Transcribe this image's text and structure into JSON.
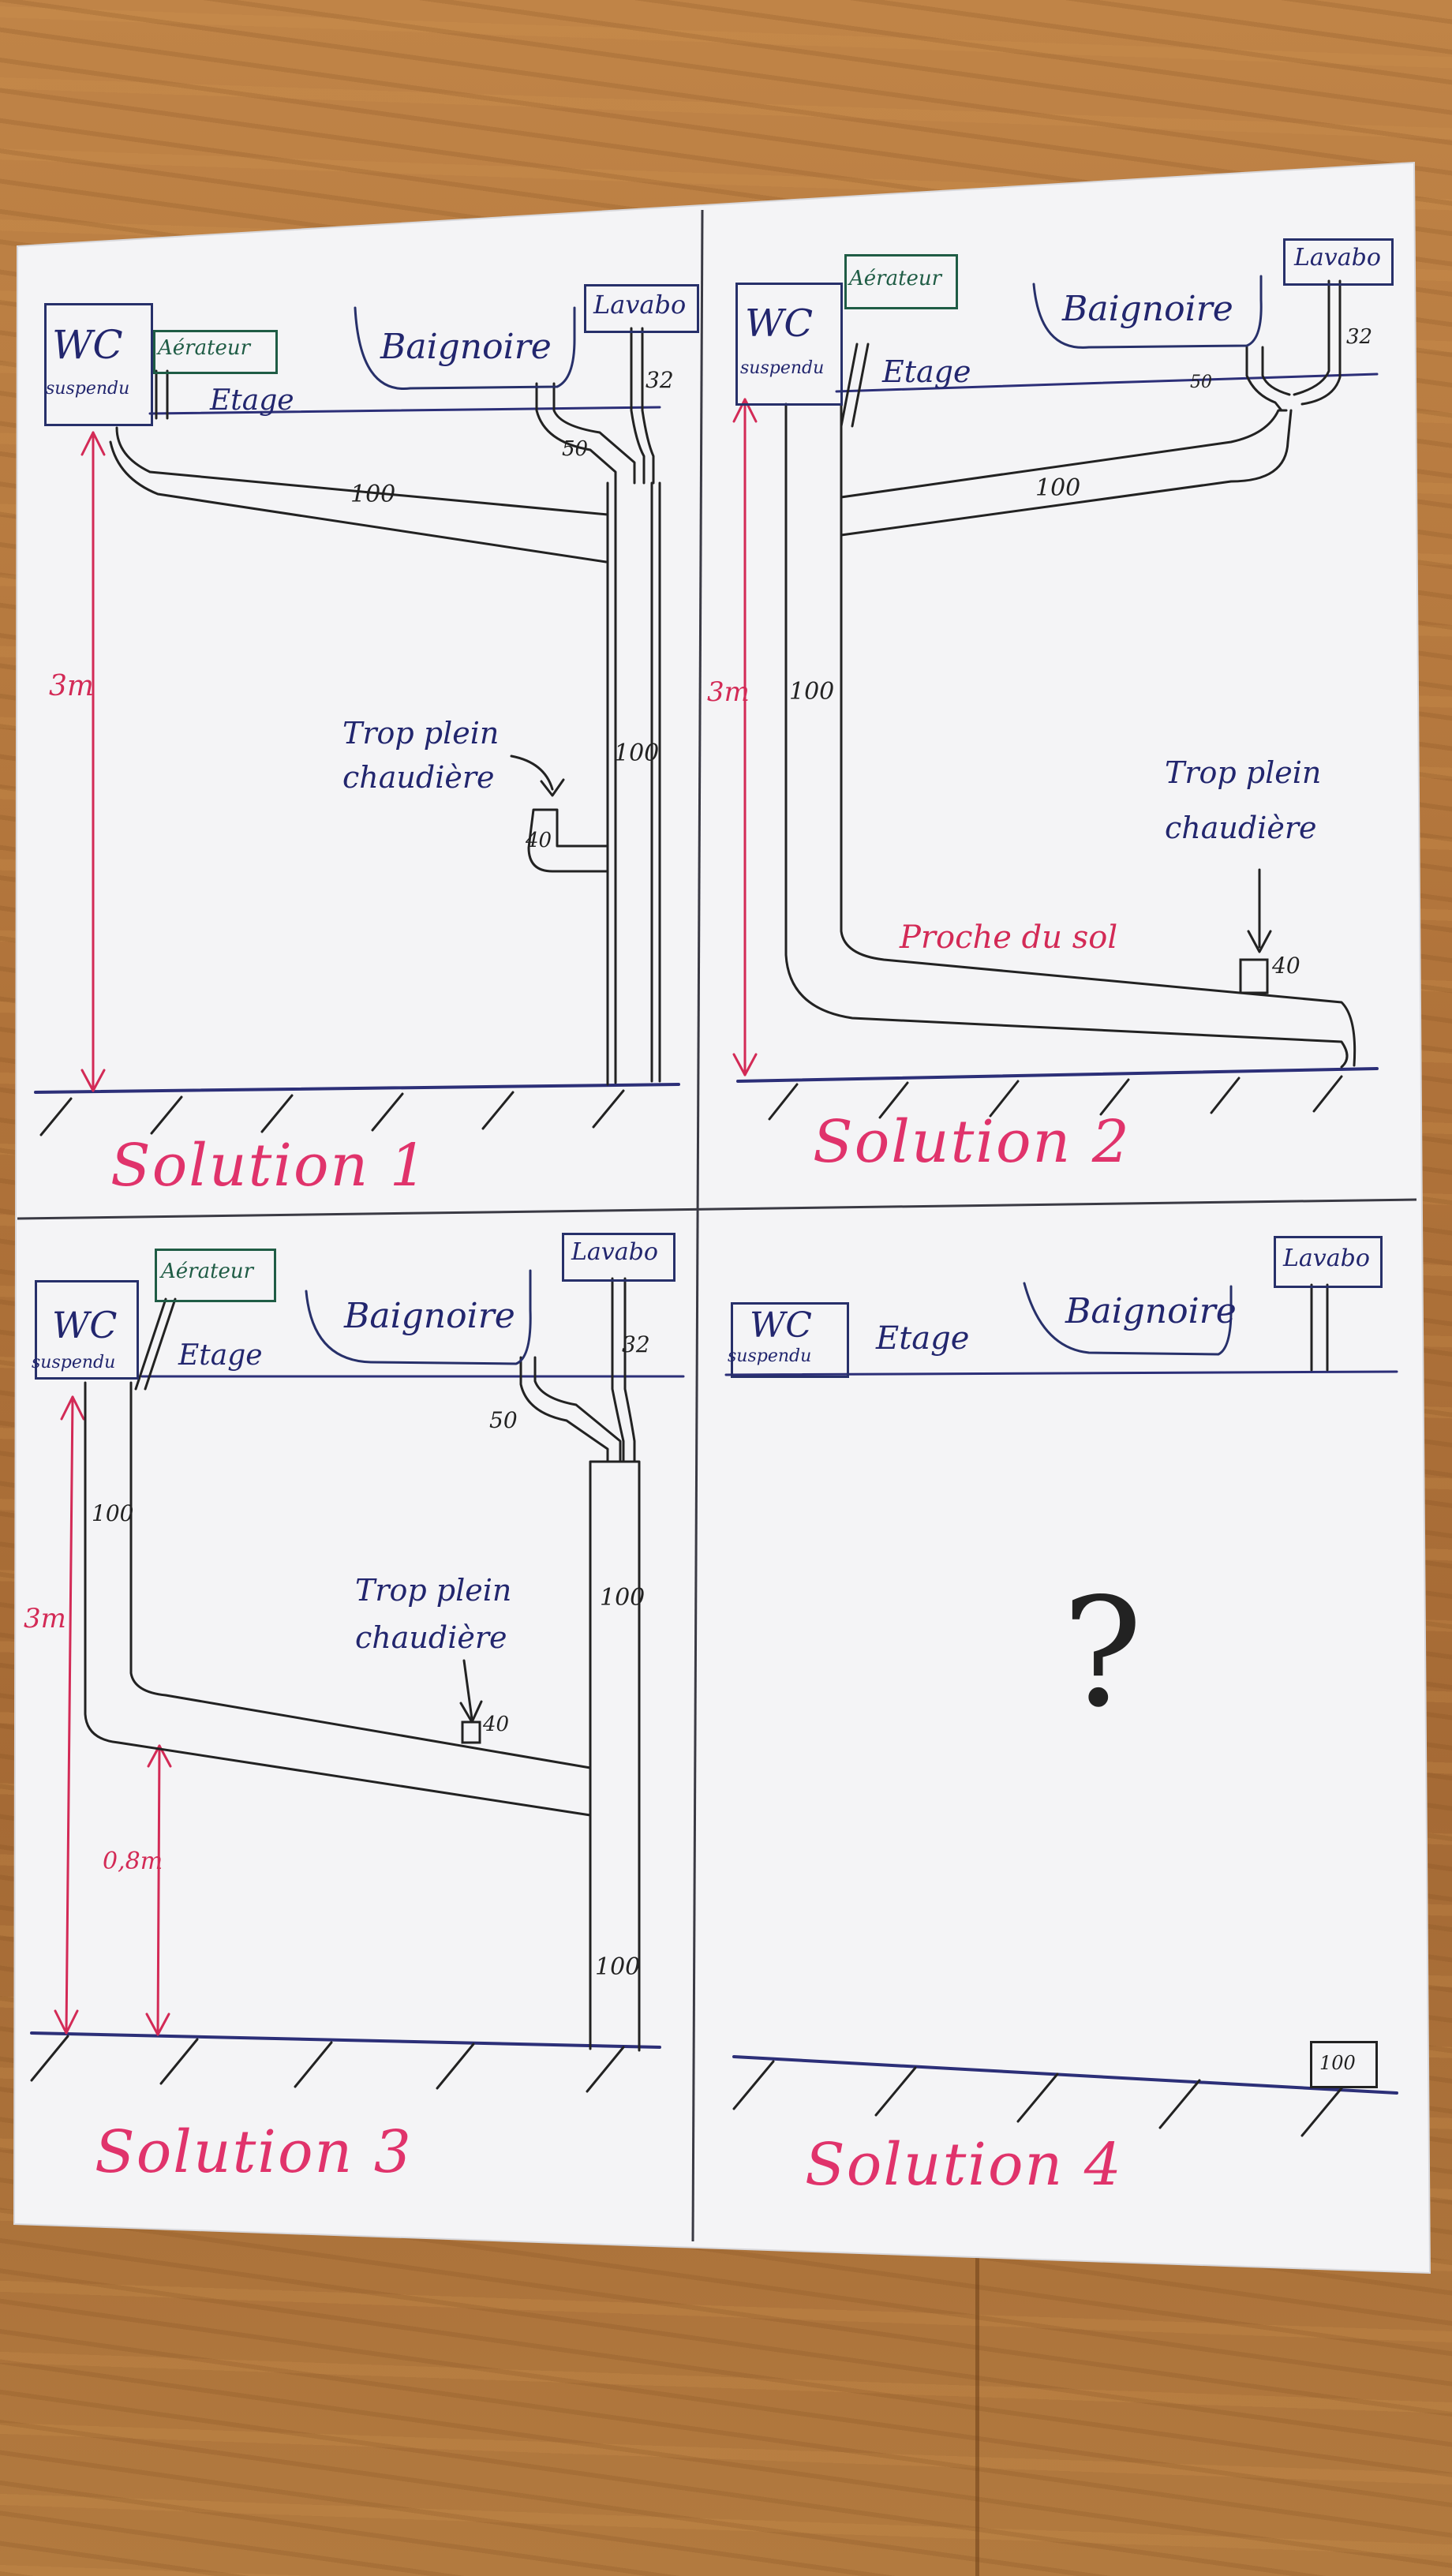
{
  "panels": [
    {
      "title": "Solution 1",
      "wc": [
        "WC",
        "suspendu"
      ],
      "aerateur": "Aérateur",
      "etage": "Etage",
      "baignoire": "Baignoire",
      "lavabo": "Lavabo",
      "sizes": {
        "lavabo": "32",
        "baignoire": "50",
        "horizontal": "100",
        "vertical": "100",
        "overflow": "40"
      },
      "height": "3m",
      "trop_plein": [
        "Trop plein",
        "chaudière"
      ]
    },
    {
      "title": "Solution 2",
      "wc": [
        "WC",
        "suspendu"
      ],
      "aerateur": "Aérateur",
      "etage": "Etage",
      "baignoire": "Baignoire",
      "lavabo": "Lavabo",
      "sizes": {
        "lavabo": "32",
        "baignoire": "50",
        "horizontal": "100",
        "vertical": "100",
        "overflow": "40"
      },
      "height": "3m",
      "near_floor": "Proche du sol",
      "trop_plein": [
        "Trop plein",
        "chaudière"
      ]
    },
    {
      "title": "Solution 3",
      "wc": [
        "WC",
        "suspendu"
      ],
      "aerateur": "Aérateur",
      "etage": "Etage",
      "baignoire": "Baignoire",
      "lavabo": "Lavabo",
      "sizes": {
        "lavabo": "32",
        "baignoire": "50",
        "wc_drop": "100",
        "upper_vertical": "100",
        "lower_vertical": "100",
        "overflow": "40"
      },
      "height": "3m",
      "low_height": "0,8m",
      "trop_plein": [
        "Trop plein",
        "chaudière"
      ]
    },
    {
      "title": "Solution 4",
      "wc": [
        "WC",
        "suspendu"
      ],
      "etage": "Etage",
      "baignoire": "Baignoire",
      "lavabo": "Lavabo",
      "question": "?",
      "floor_outlet": "100"
    }
  ]
}
